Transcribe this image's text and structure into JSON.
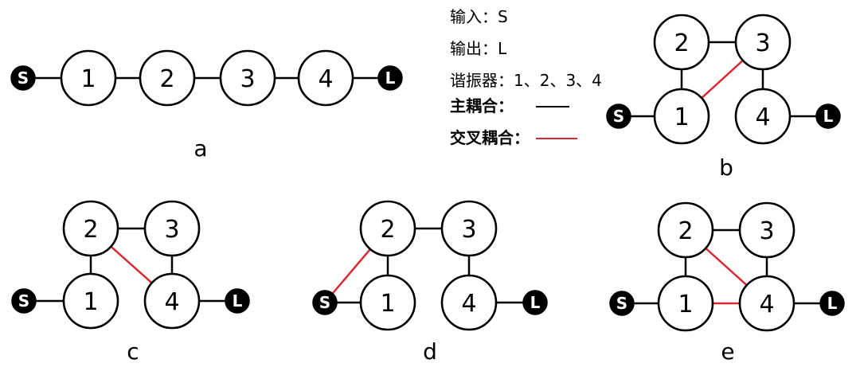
{
  "legend": {
    "input": "输入：S",
    "output": "输出：L",
    "resonators": "谐振器：1、2、3、4",
    "main_coupling": "主耦合：",
    "cross_coupling": "交叉耦合："
  },
  "colors": {
    "main_coupling": "#000000",
    "cross_coupling": "#d62b35",
    "port_fill": "#000000",
    "resonator_fill": "#ffffff"
  },
  "ports": {
    "source": "S",
    "load": "L"
  },
  "resonators": [
    "1",
    "2",
    "3",
    "4"
  ],
  "diagrams": [
    {
      "id": "a",
      "caption": "a",
      "main_couplings": [
        [
          "S",
          "1"
        ],
        [
          "1",
          "2"
        ],
        [
          "2",
          "3"
        ],
        [
          "3",
          "4"
        ],
        [
          "4",
          "L"
        ]
      ],
      "cross_couplings": []
    },
    {
      "id": "b",
      "caption": "b",
      "main_couplings": [
        [
          "S",
          "1"
        ],
        [
          "1",
          "2"
        ],
        [
          "2",
          "3"
        ],
        [
          "3",
          "4"
        ],
        [
          "4",
          "L"
        ]
      ],
      "cross_couplings": [
        [
          "1",
          "3"
        ]
      ]
    },
    {
      "id": "c",
      "caption": "c",
      "main_couplings": [
        [
          "S",
          "1"
        ],
        [
          "1",
          "2"
        ],
        [
          "2",
          "3"
        ],
        [
          "3",
          "4"
        ],
        [
          "4",
          "L"
        ]
      ],
      "cross_couplings": [
        [
          "2",
          "4"
        ]
      ]
    },
    {
      "id": "d",
      "caption": "d",
      "main_couplings": [
        [
          "S",
          "1"
        ],
        [
          "1",
          "2"
        ],
        [
          "2",
          "3"
        ],
        [
          "3",
          "4"
        ],
        [
          "4",
          "L"
        ]
      ],
      "cross_couplings": [
        [
          "S",
          "2"
        ]
      ]
    },
    {
      "id": "e",
      "caption": "e",
      "main_couplings": [
        [
          "S",
          "1"
        ],
        [
          "1",
          "2"
        ],
        [
          "2",
          "3"
        ],
        [
          "3",
          "4"
        ],
        [
          "4",
          "L"
        ]
      ],
      "cross_couplings": [
        [
          "2",
          "4"
        ],
        [
          "1",
          "4"
        ]
      ]
    }
  ]
}
